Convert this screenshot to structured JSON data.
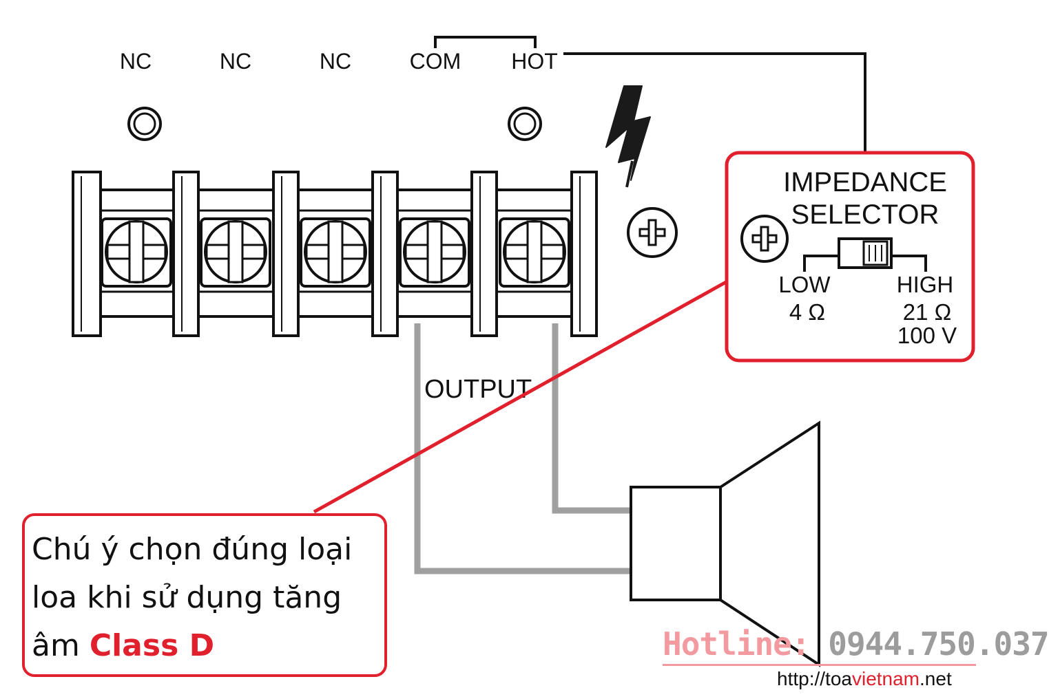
{
  "terminals": {
    "labels": [
      "NC",
      "NC",
      "NC",
      "COM",
      "HOT"
    ],
    "output_label": "OUTPUT"
  },
  "impedance_selector": {
    "title_line1": "IMPEDANCE",
    "title_line2": "SELECTOR",
    "low_label": "LOW",
    "low_value": "4 Ω",
    "high_label": "HIGH",
    "high_value": "21 Ω",
    "high_voltage": "100 V"
  },
  "note": {
    "line1": "Chú ý chọn đúng loại",
    "line2": "loa khi sử dụng tăng",
    "line3_prefix": "âm ",
    "line3_highlight": "Class D"
  },
  "contact": {
    "hotline_key": "Hotline:",
    "hotline_number": "0944.750.037",
    "website_prefix": "http://toa",
    "website_mid": "vietnam",
    "website_suffix": ".net"
  },
  "colors": {
    "accent_red": "#e0202c",
    "wire_gray": "#a0a0a0",
    "hotline_pink": "#f29aa0",
    "hotline_gray": "#9c9c9c"
  }
}
